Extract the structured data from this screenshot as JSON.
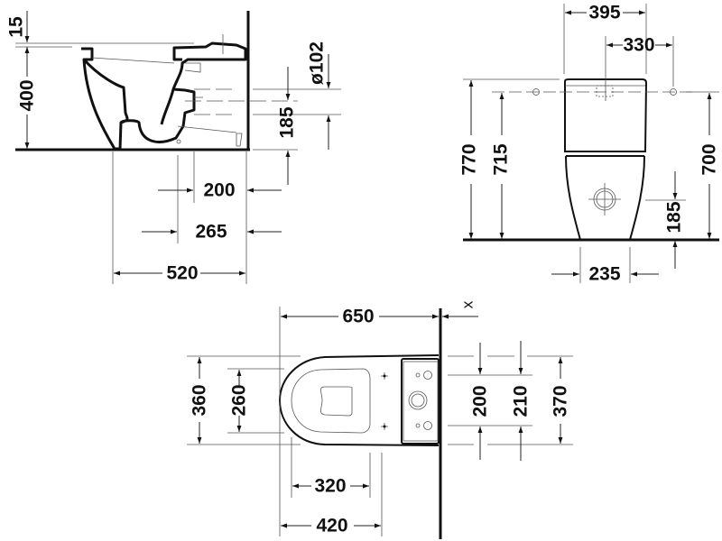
{
  "side_view": {
    "dims": {
      "rim_offset": "15",
      "height": "400",
      "outlet_diameter": "ø102",
      "outlet_height": "185",
      "d200": "200",
      "d265": "265",
      "depth": "520"
    }
  },
  "front_view": {
    "dims": {
      "tank_width": "395",
      "hole_spacing": "330",
      "total_height": "770",
      "hole_height_left": "715",
      "hole_height_right": "700",
      "outlet_height": "185",
      "base_width": "235"
    }
  },
  "top_view": {
    "dims": {
      "length": "650",
      "wall_gap": "x",
      "width": "360",
      "seat_width": "260",
      "d320": "320",
      "d420": "420",
      "d200": "200",
      "d210": "210",
      "d370": "370"
    }
  },
  "colors": {
    "line": "#111111",
    "background": "#ffffff"
  }
}
